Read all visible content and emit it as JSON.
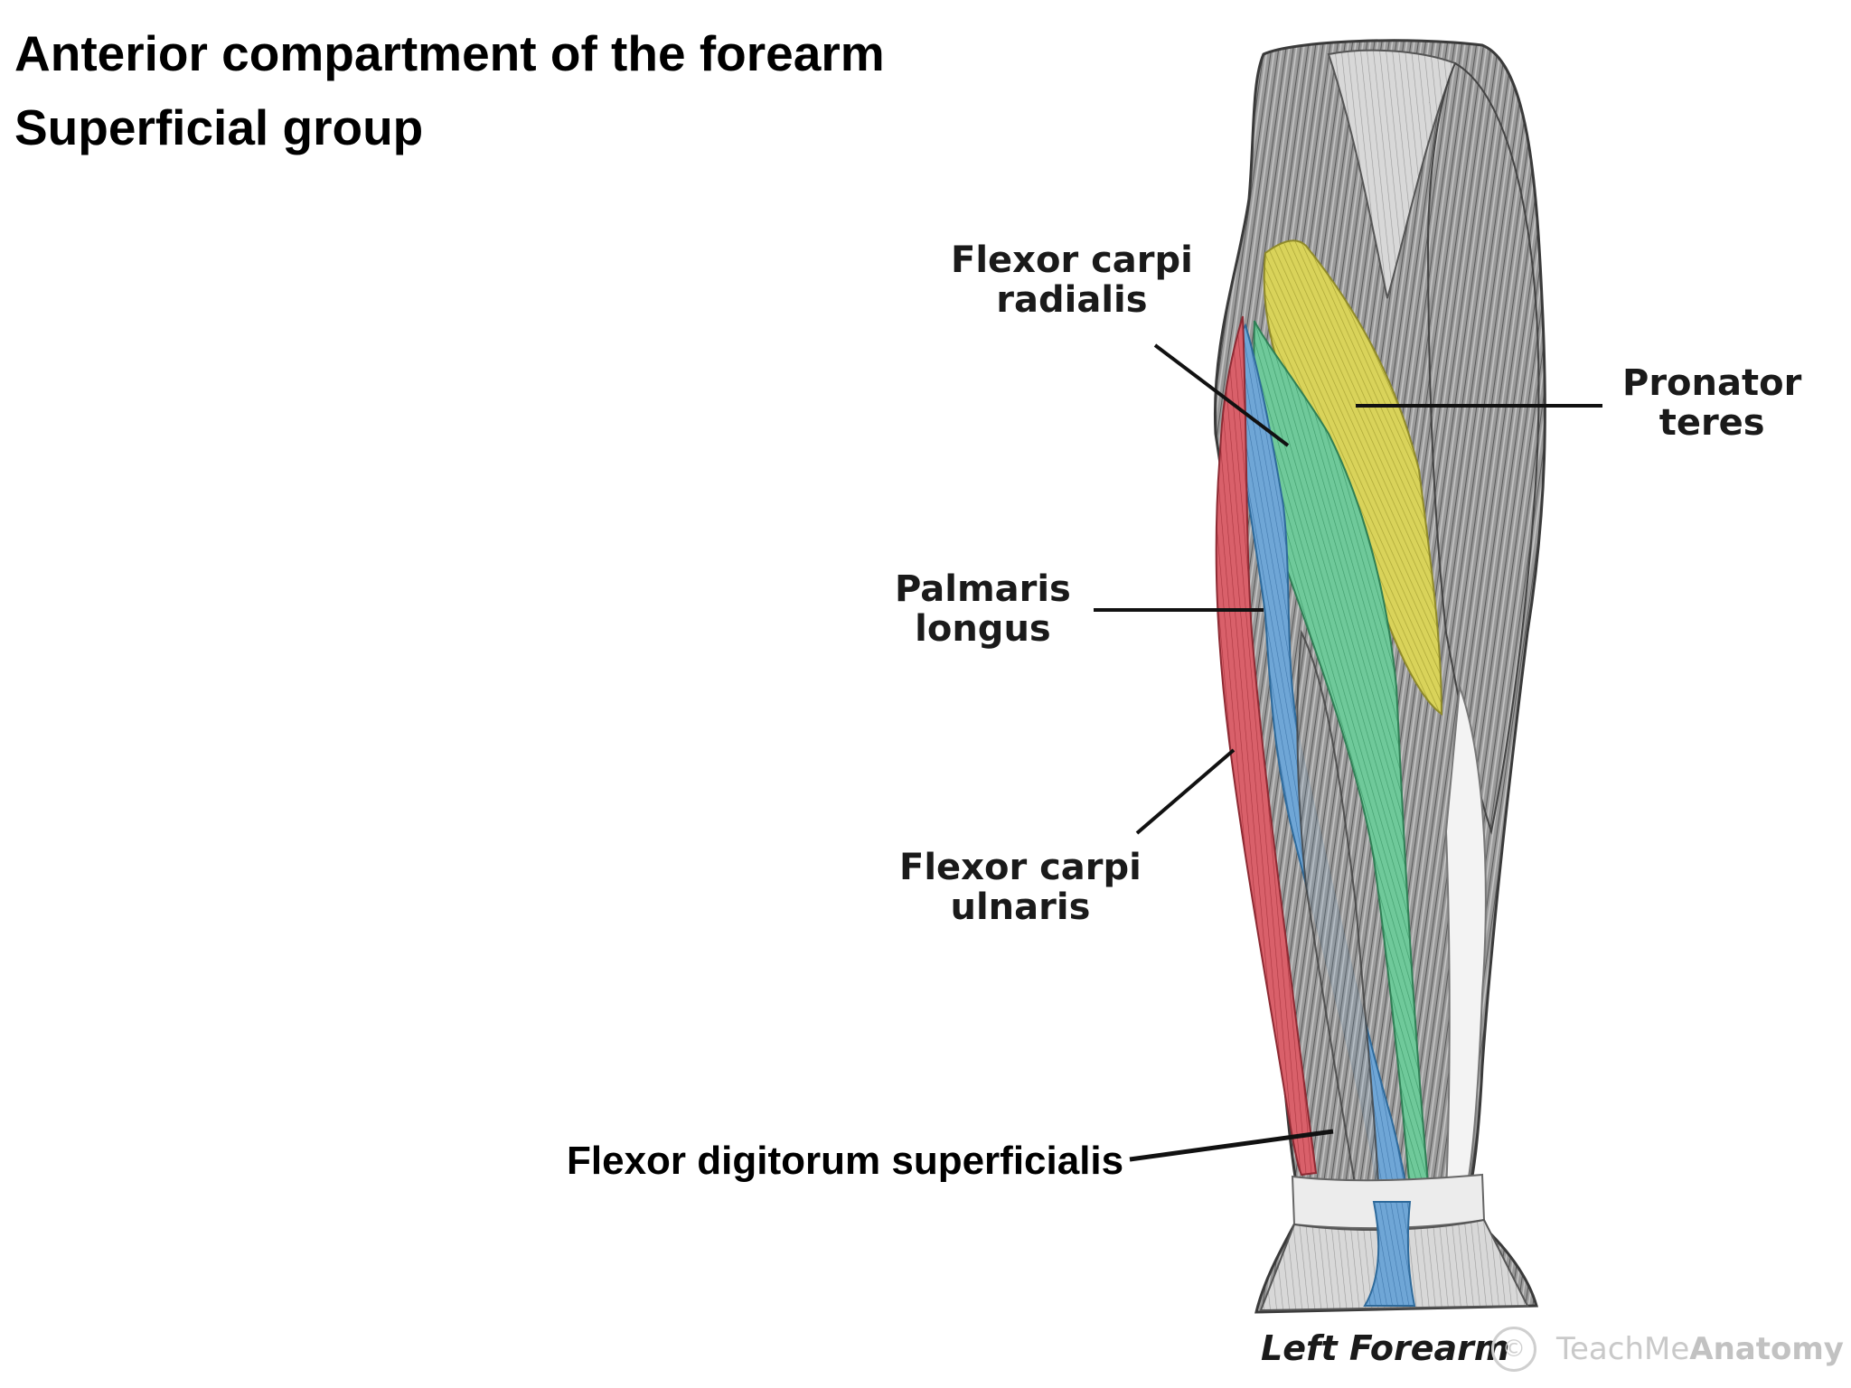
{
  "title": {
    "line1": "Anterior compartment of the forearm",
    "line2": "Superficial group"
  },
  "labels": {
    "flexor_carpi_radialis": {
      "line1": "Flexor carpi",
      "line2": "radialis"
    },
    "pronator_teres": {
      "line1": "Pronator",
      "line2": "teres"
    },
    "palmaris_longus": {
      "line1": "Palmaris",
      "line2": "longus"
    },
    "flexor_carpi_ulnaris": {
      "line1": "Flexor carpi",
      "line2": "ulnaris"
    },
    "flexor_digitorum_superficialis": "Flexor digitorum superficialis"
  },
  "caption": "Left Forearm",
  "watermark": {
    "part1": "TeachMe",
    "part2": "Anatomy"
  },
  "colors": {
    "pronator_teres": "#d9d35a",
    "flexor_carpi_radialis": "#6fc99a",
    "palmaris_longus": "#6fa6d6",
    "flexor_carpi_ulnaris": "#d9606a",
    "background_muscle": "#8e8e8e",
    "leader_line": "#111111"
  }
}
